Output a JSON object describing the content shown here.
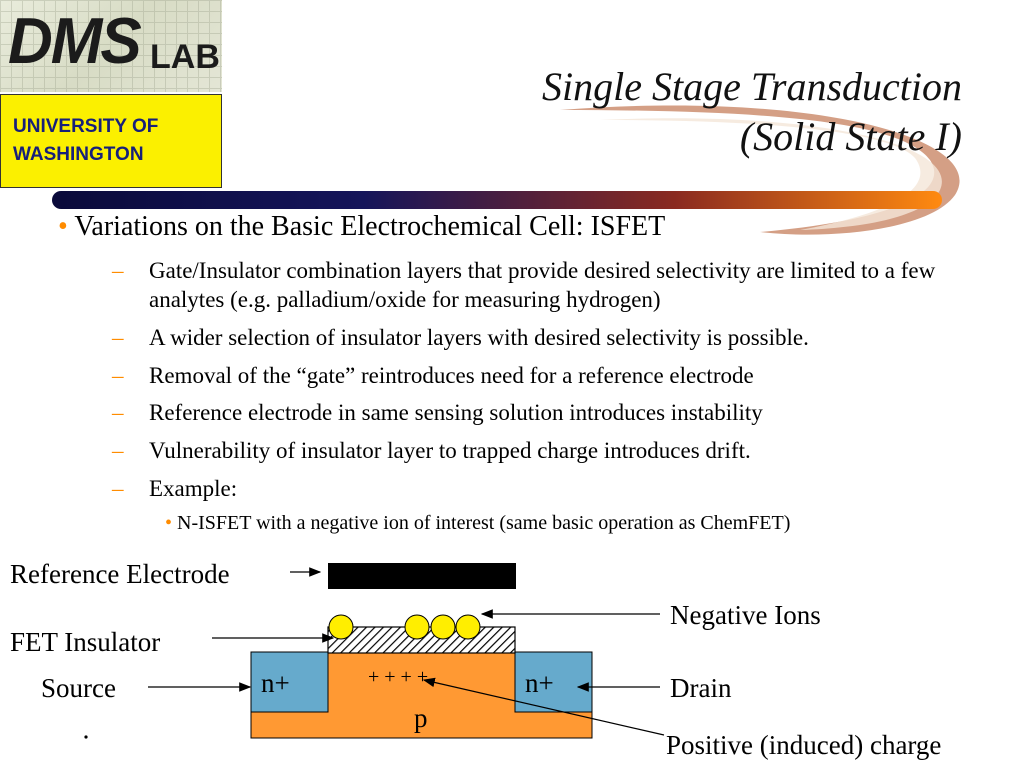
{
  "logos": {
    "dms_text": "DMS",
    "lab_text": "LAB",
    "uw_line1": "UNIVERSITY OF",
    "uw_line2": "WASHINGTON"
  },
  "title": {
    "line1": "Single Stage Transduction",
    "line2": "(Solid State I)"
  },
  "bullets": {
    "main": "Variations on the Basic Electrochemical Cell:  ISFET",
    "sub": [
      "Gate/Insulator combination layers that provide desired selectivity are limited to a few analytes (e.g. palladium/oxide for measuring hydrogen)",
      "A wider selection of insulator layers with desired selectivity is possible.",
      "Removal of the “gate” reintroduces need for a reference electrode",
      "Reference electrode in same sensing solution introduces instability",
      "Vulnerability of insulator layer to trapped charge introduces drift.",
      "Example:"
    ],
    "subsub": "N-ISFET with a negative ion of interest (same basic operation as ChemFET)"
  },
  "diagram": {
    "reference_electrode": "Reference Electrode",
    "fet_insulator": "FET Insulator",
    "source": "Source",
    "negative_ions": "Negative Ions",
    "drain": "Drain",
    "positive_charge": "Positive (induced) charge",
    "n_plus_left": "n+",
    "n_plus_right": "n+",
    "p_region": "p",
    "plus_signs": "+ + + +",
    "colors": {
      "substrate": "#ff9933",
      "n_region": "#66aacc",
      "ion": "#ffee00",
      "electrode": "#000000"
    }
  }
}
